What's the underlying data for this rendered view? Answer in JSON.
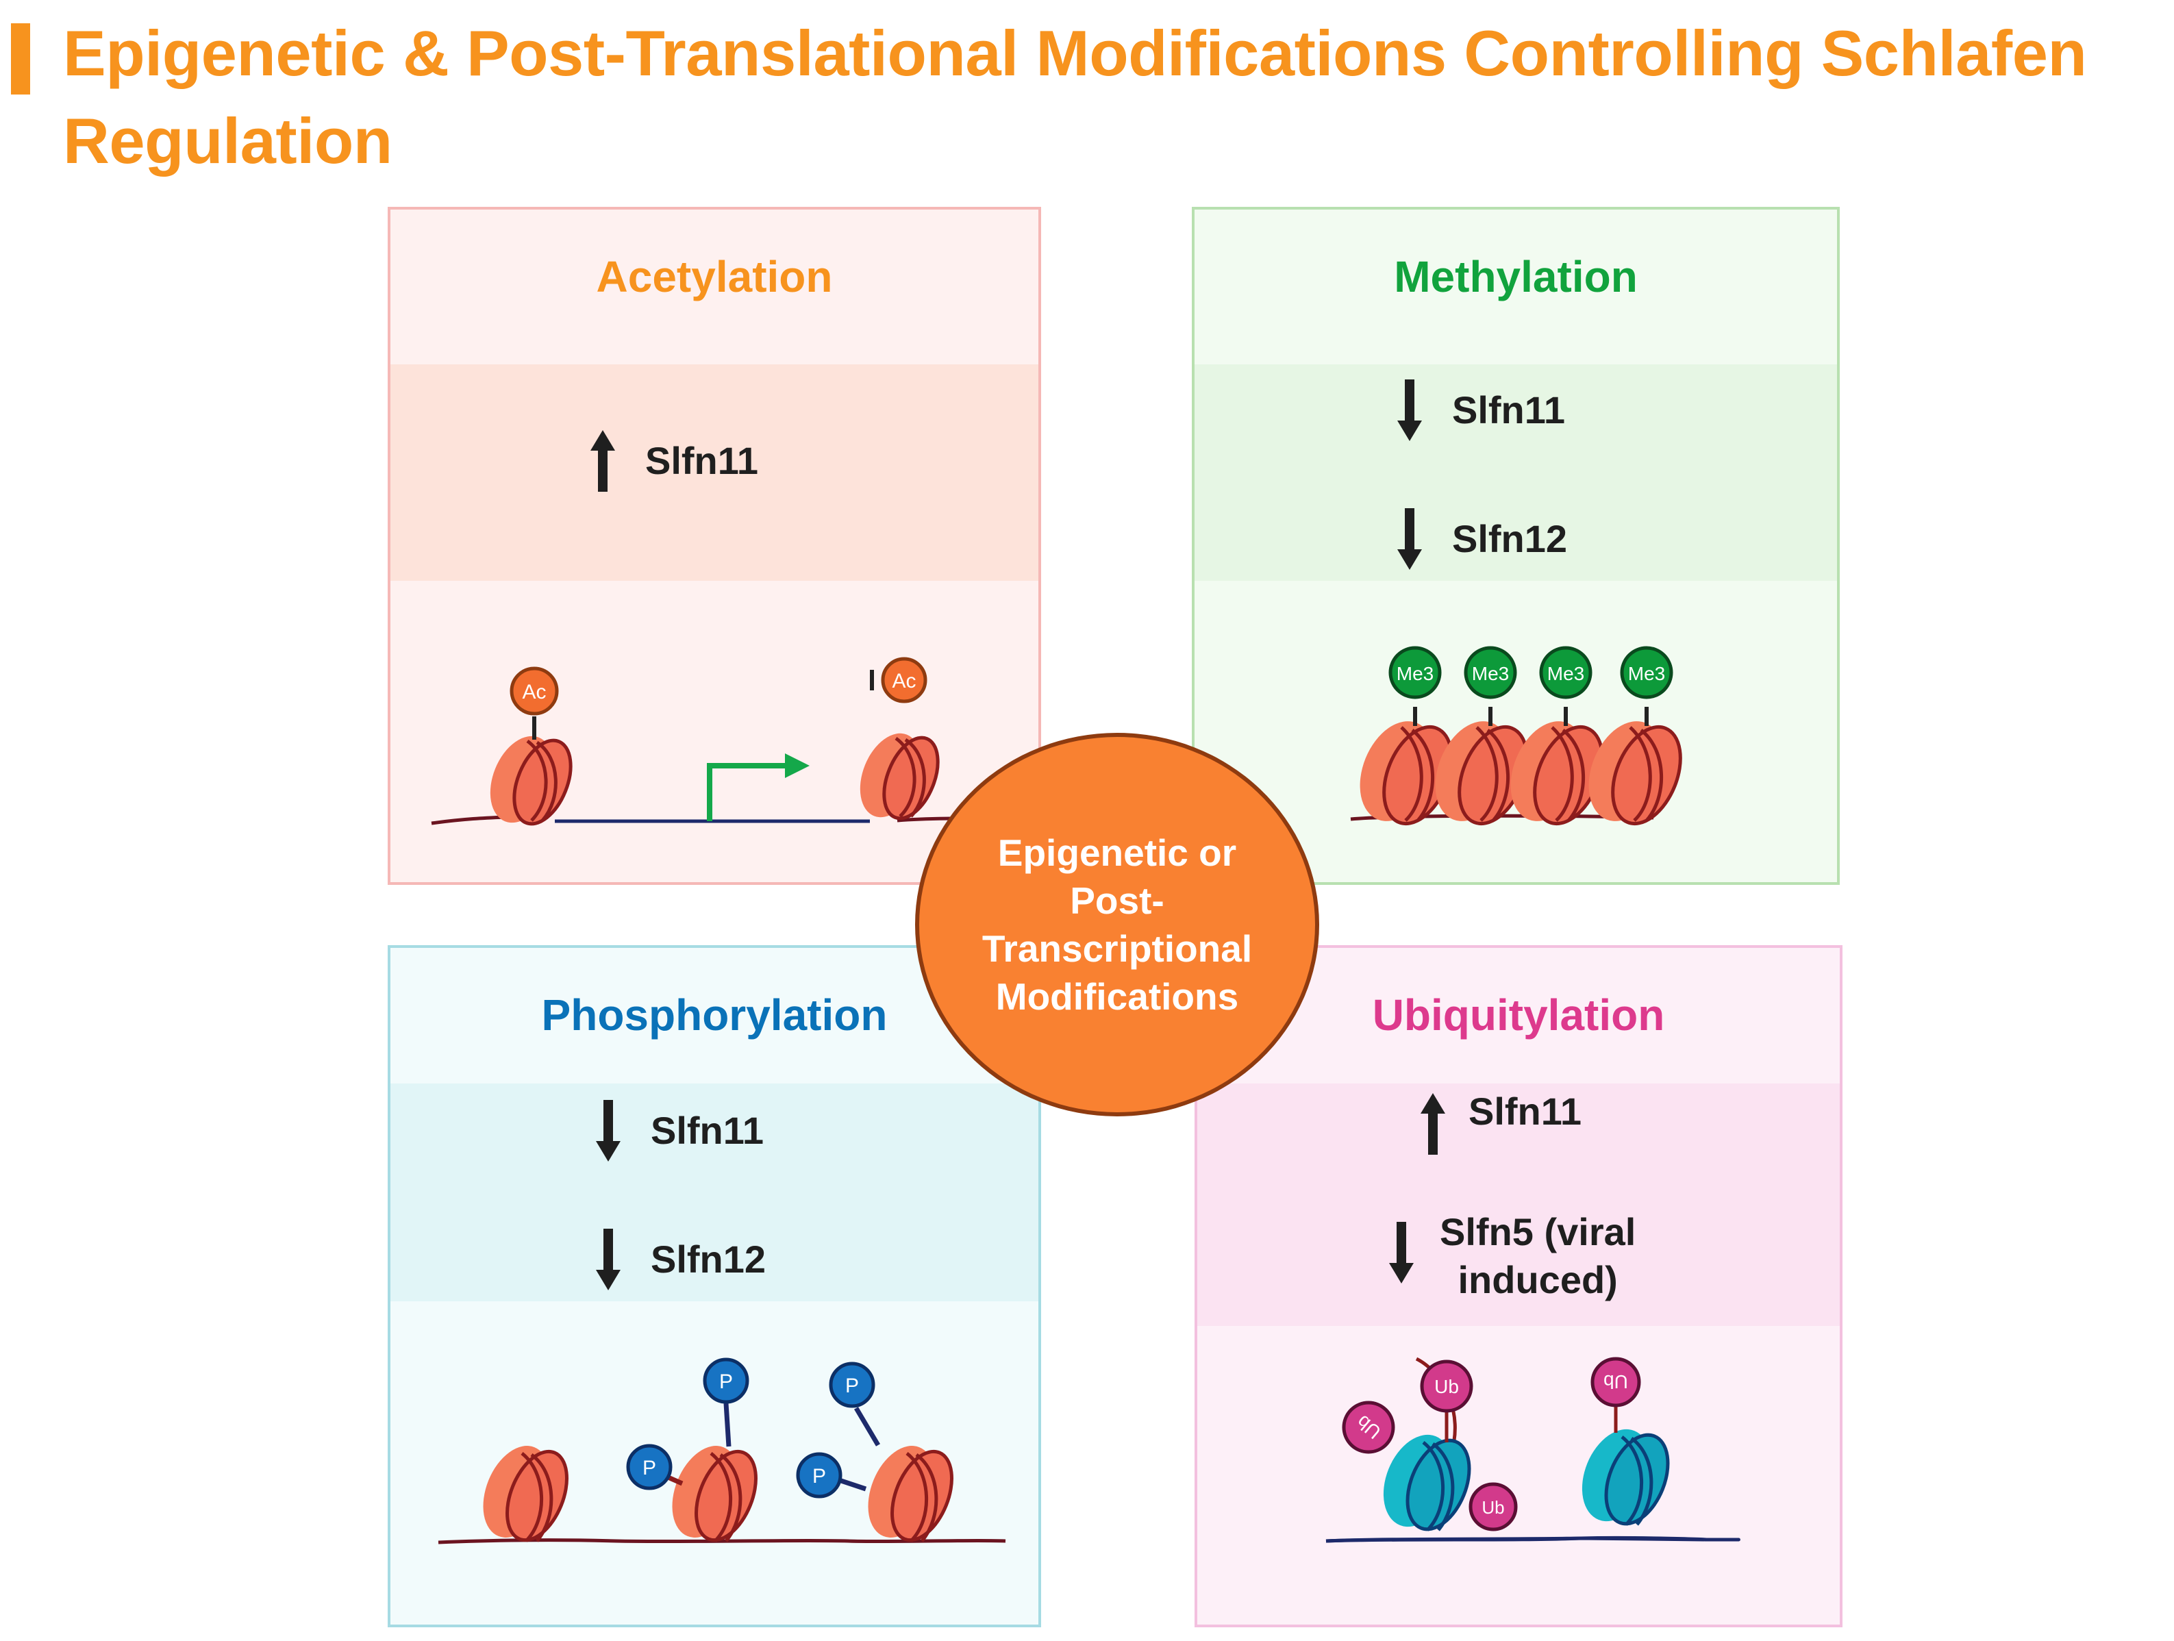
{
  "title": "Epigenetic & Post-Translational Modifications Controlling Schlafen Regulation",
  "colors": {
    "title": "#f7931e",
    "acetylation": "#f7931e",
    "methylation": "#11a33d",
    "phosphorylation": "#0a72b8",
    "ubiquitylation": "#dd3a8d",
    "center": "#f98131",
    "nucleosome": "#f47c5a"
  },
  "center": {
    "label": "Epigenetic or\nPost-\nTranscriptional\nModifications"
  },
  "panels": {
    "acetylation": {
      "title": "Acetylation",
      "rows": [
        {
          "direction": "up",
          "label": "Slfn11"
        }
      ],
      "marks": [
        "Ac",
        "Ac"
      ]
    },
    "methylation": {
      "title": "Methylation",
      "rows": [
        {
          "direction": "down",
          "label": "Slfn11"
        },
        {
          "direction": "down",
          "label": "Slfn12"
        }
      ],
      "marks": [
        "Me3",
        "Me3",
        "Me3",
        "Me3"
      ]
    },
    "phosphorylation": {
      "title": "Phosphorylation",
      "rows": [
        {
          "direction": "down",
          "label": "Slfn11"
        },
        {
          "direction": "down",
          "label": "Slfn12"
        }
      ],
      "marks": [
        "P",
        "P",
        "P",
        "P"
      ]
    },
    "ubiquitylation": {
      "title": "Ubiquitylation",
      "rows": [
        {
          "direction": "up",
          "label": "Slfn11"
        },
        {
          "direction": "down",
          "label": "Slfn5 (viral\ninduced)"
        }
      ],
      "marks": [
        "Ub",
        "Ub",
        "Ub",
        "Ub"
      ]
    }
  }
}
